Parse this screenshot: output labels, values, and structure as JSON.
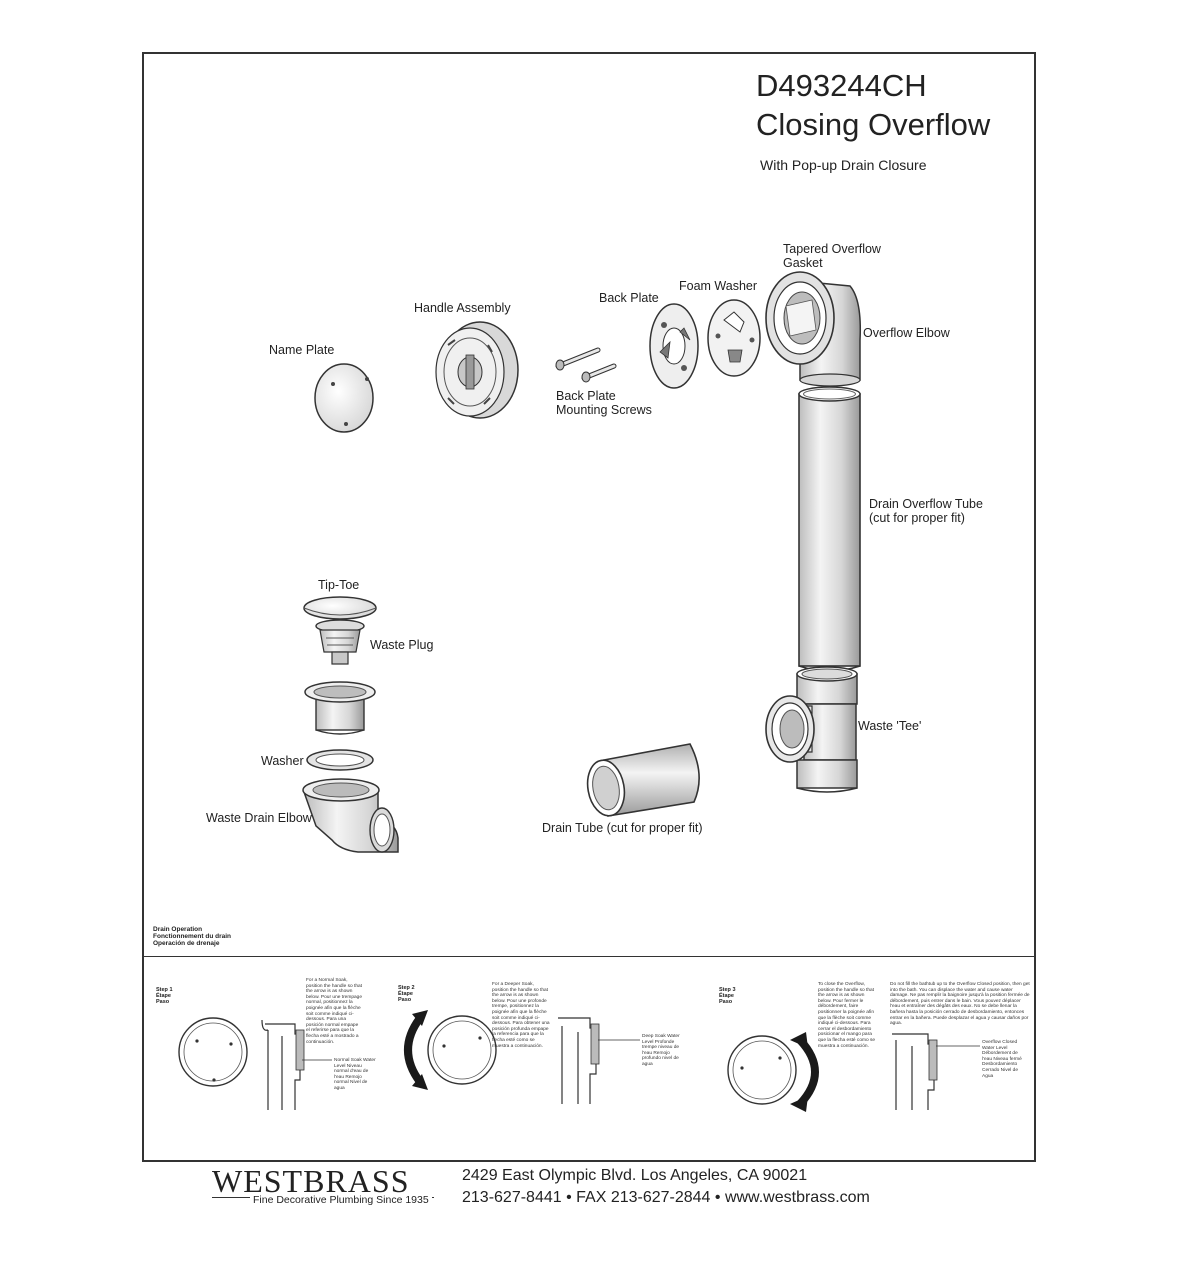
{
  "header": {
    "model": "D493244CH",
    "title": "Closing Overflow",
    "subtitle": "With Pop-up Drain Closure"
  },
  "parts": {
    "name_plate": "Name Plate",
    "handle_assembly": "Handle Assembly",
    "back_plate": "Back Plate",
    "foam_washer": "Foam Washer",
    "tapered_gasket_1": "Tapered Overflow",
    "tapered_gasket_2": "Gasket",
    "overflow_elbow": "Overflow Elbow",
    "screws_1": "Back Plate",
    "screws_2": "Mounting Screws",
    "overflow_tube_1": "Drain Overflow Tube",
    "overflow_tube_2": "(cut for proper fit)",
    "tip_toe": "Tip-Toe",
    "waste_plug": "Waste Plug",
    "washer": "Washer",
    "waste_drain_elbow": "Waste Drain Elbow",
    "waste_tee": "Waste 'Tee'",
    "drain_tube": "Drain Tube (cut for proper fit)"
  },
  "operation": {
    "heading": [
      "Drain Operation",
      "Fonctionnement du drain",
      "Operación de drenaje"
    ],
    "steps": [
      {
        "label": [
          "Step 1",
          "Étape",
          "Paso"
        ],
        "instruction": "For a Normal Soak, position the handle so that the arrow is as shown below. Pour une trempage normal, positionnez la poignée afin que la flèche soit comme indiqué ci-dessous. Para una posición normal empape el referirse para que la flecha esté a mostrado a continuación.",
        "level": "Normal Soak Water Level Niveau normal d'eau de l'eau Remojo normal Nivel de agua"
      },
      {
        "label": [
          "Step 2",
          "Étape",
          "Paso"
        ],
        "instruction": "For a Deeper Soak, position the handle so that the arrow is as shown below. Pour une profonde trempe, positionnez la poignée afin que la flèche soit comme indiqué ci-dessous. Para obtener una posición profunda empape la referencia para que la flecha esté como se muestra a continuación.",
        "level": "Deep Soak Water Level Profonde trempe niveau de l'eau Remojo profundo nivel de agua"
      },
      {
        "label": [
          "Step 3",
          "Étape",
          "Paso"
        ],
        "instruction": "To close the Overflow, position the handle so that the arrow is as shown below. Pour fermer le débordement, faire positionner la poignée afin que la flèche soit comme indiqué ci-dessous. Para cerrar el desbordamiento posicionar el mango para que la flecha esté como se muestra a continuación.",
        "warning": "Do not fill the bathtub up to the Overflow Closed position, then get into the bath. You can displace the water and cause water damage. Ne pas remplir la baignoire jusqu'à la position fermée de débordement, puis entrer dans le bain. Vous pouvez déplacer l'eau et entraîner des dégâts des eaux. No se debe llenar la bañera hasta la posición cerrado de desbordamiento, entonces entrar en la bañera. Puede desplazar el agua y causar daños por agua.",
        "level": "Overflow Closed Water Level Débordement de l'eau Niveau fermé Desbordamiento Cerrado Nivel de Agua"
      }
    ]
  },
  "footer": {
    "brand": "WESTBRASS",
    "tagline": "Fine Decorative Plumbing Since 1935",
    "address": "2429 East Olympic Blvd. Los Angeles, CA  90021",
    "contact": "213-627-8441 • FAX 213-627-2844 • www.westbrass.com"
  },
  "colors": {
    "ink": "#222222",
    "paper": "#ffffff",
    "metal_light": "#e6e6e6",
    "metal_dark": "#8a8a8a"
  }
}
